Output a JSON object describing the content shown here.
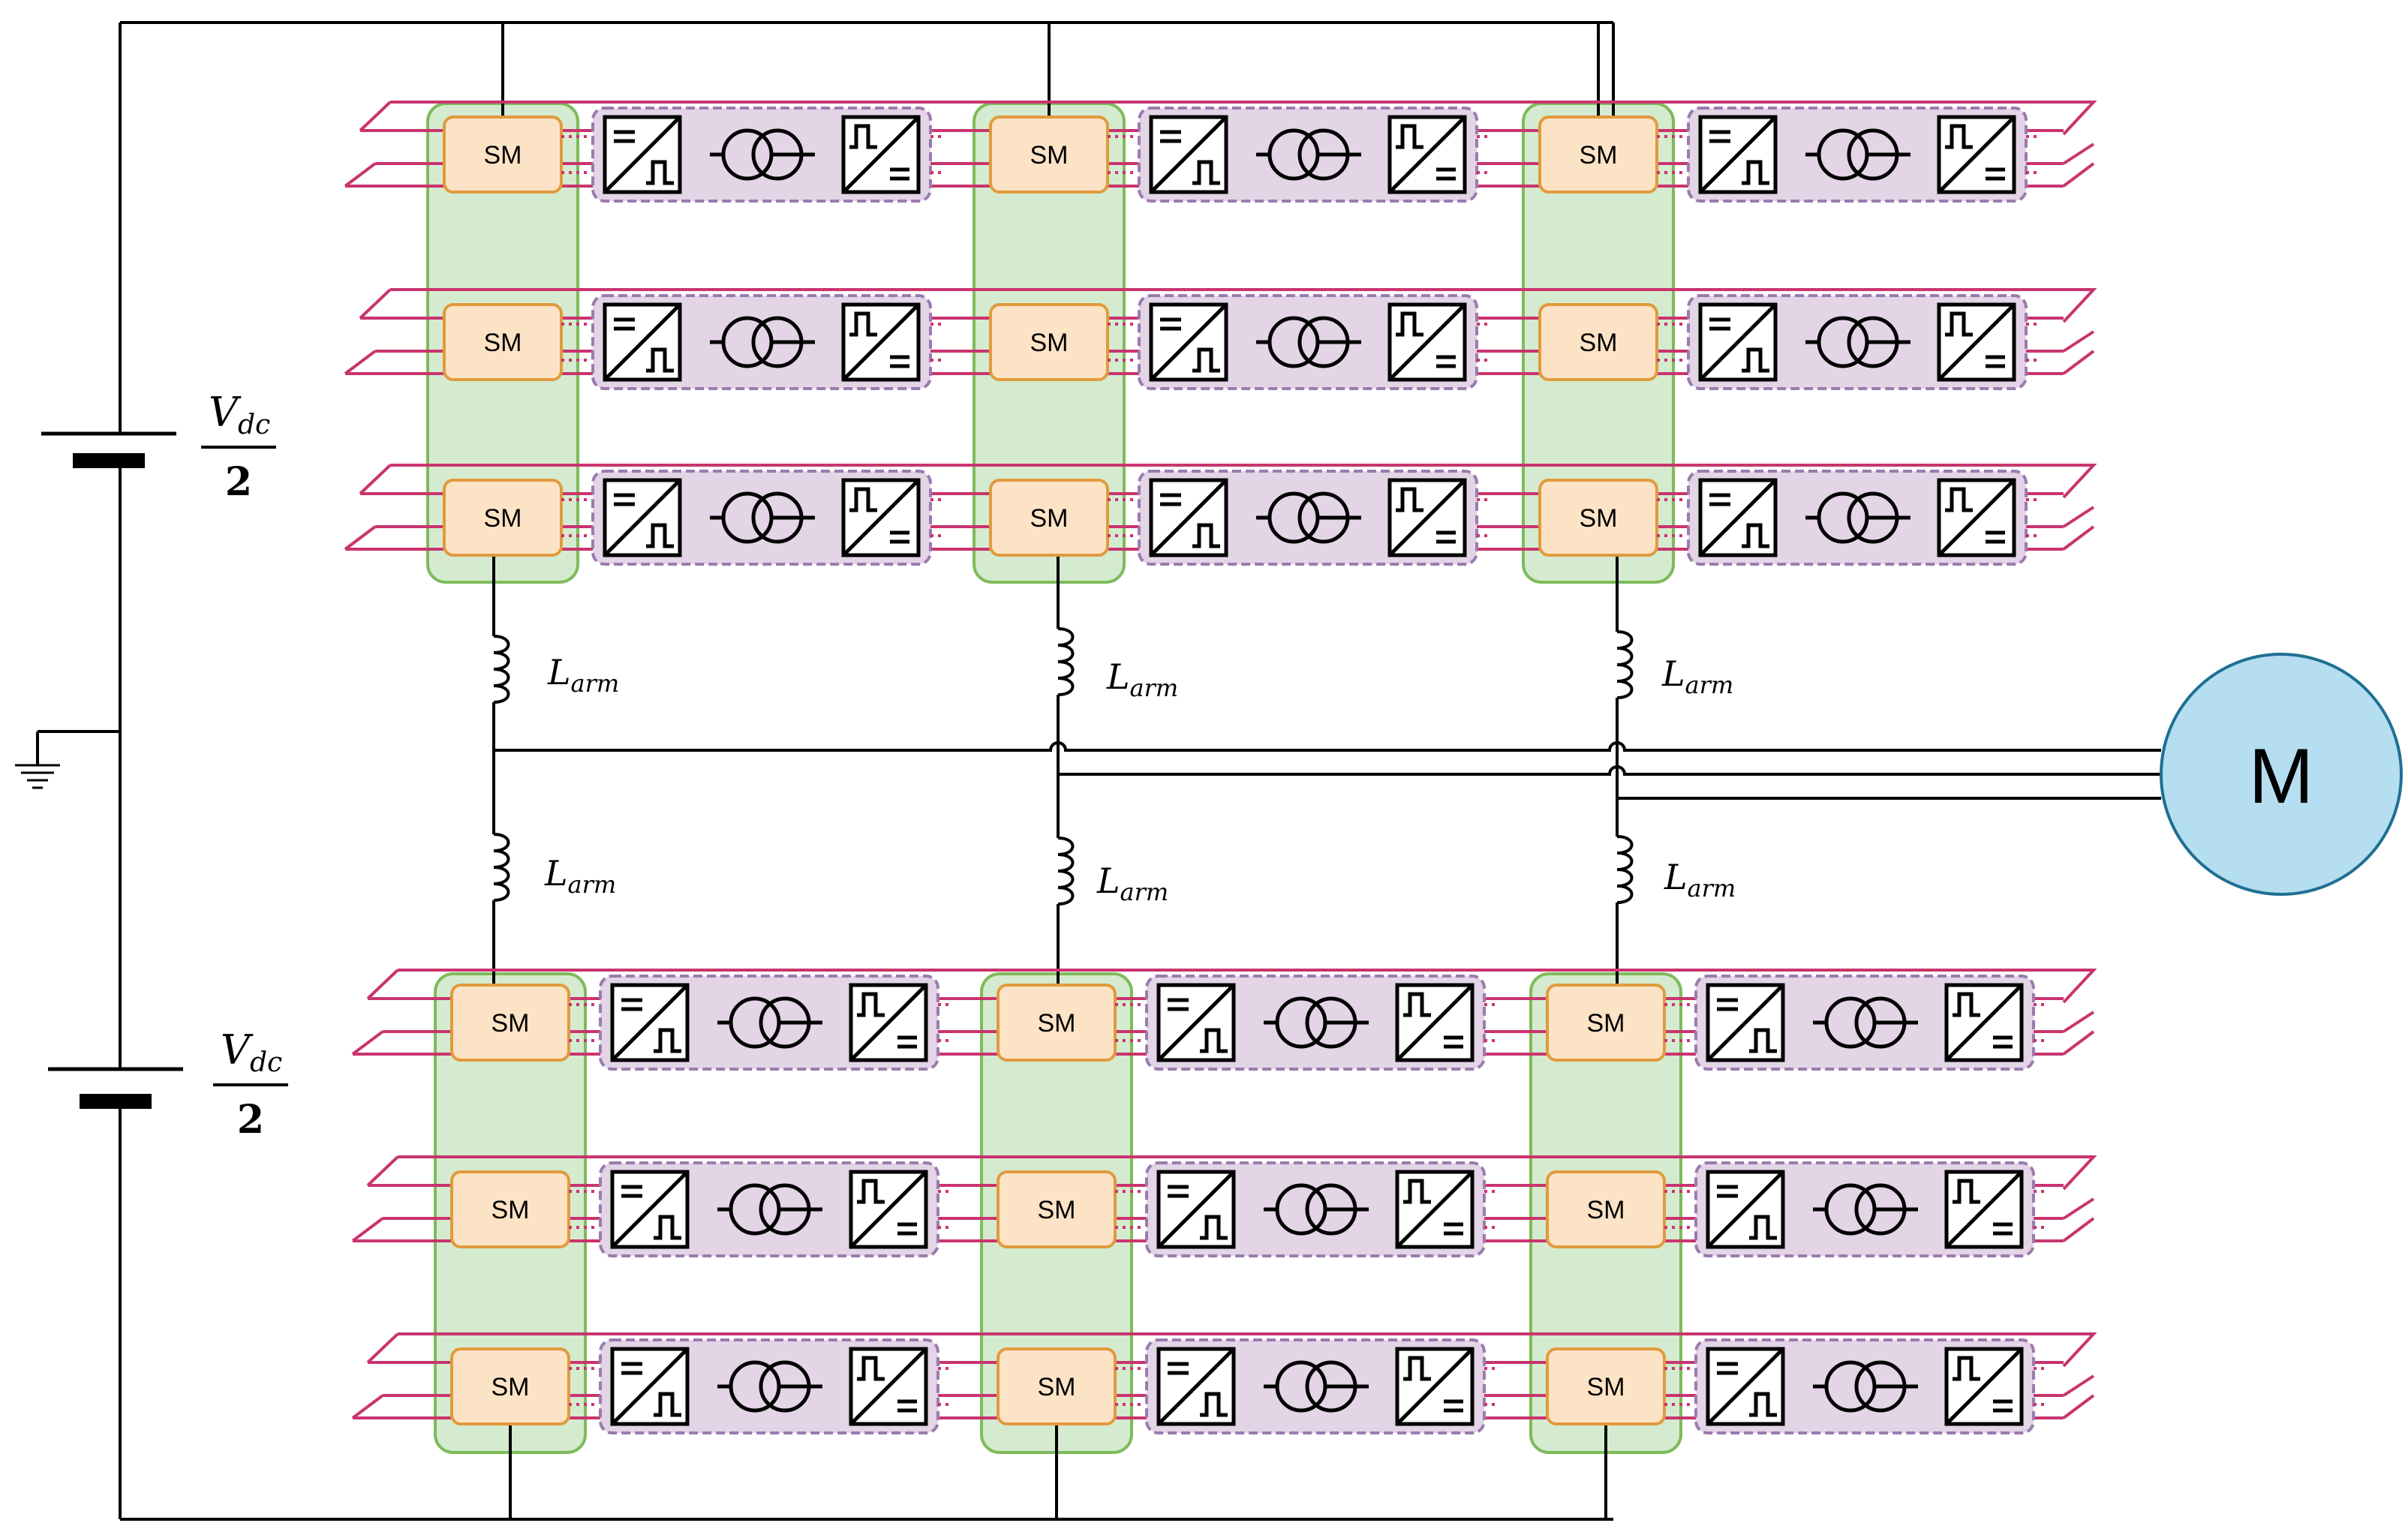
{
  "sm_label": "SM",
  "motor_label": "M",
  "arm_inductor": {
    "symbol": "L",
    "subscript": "arm"
  },
  "dc_source": {
    "numerator": "V",
    "numerator_sub": "dc",
    "denominator": "2"
  },
  "icons": {
    "dc_ac": "dc-ac-converter-icon",
    "ac_dc": "ac-dc-converter-icon",
    "transformer": "transformer-icon",
    "ground": "ground-icon",
    "battery": "dc-source-icon",
    "inductor": "inductor-icon"
  },
  "colors": {
    "sm_fill": "#fde3c6",
    "sm_stroke": "#e19a3d",
    "column_fill": "#d5ebcf",
    "column_stroke": "#7dbb5b",
    "converter_fill": "#e3d4e6",
    "converter_stroke": "#9b7baf",
    "link": "#c9346e",
    "motor_fill": "#b5def0",
    "motor_stroke": "#1f6f93",
    "wire": "#000000"
  }
}
